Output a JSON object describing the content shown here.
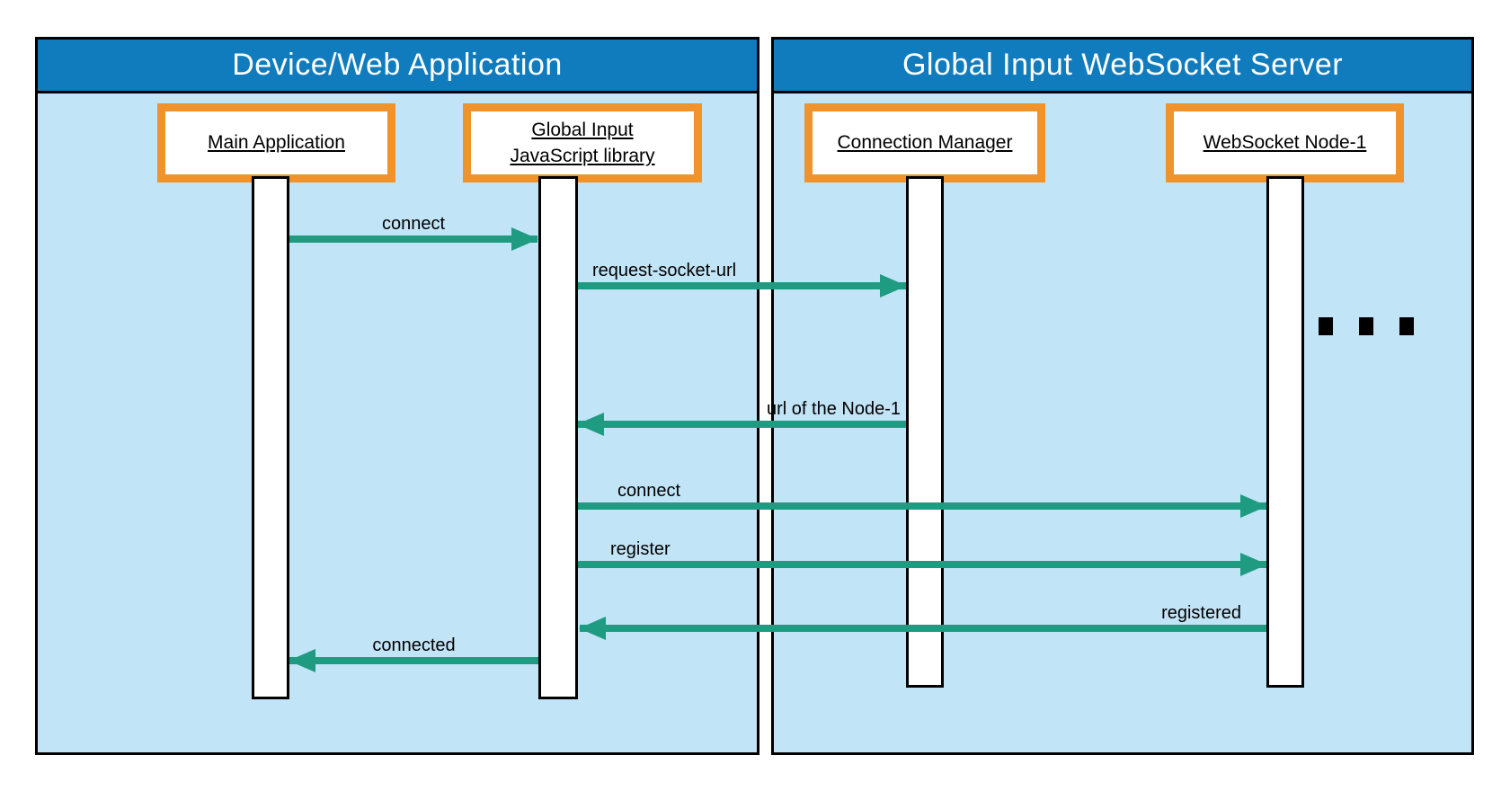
{
  "diagram": {
    "type": "sequence-diagram",
    "containers": [
      {
        "id": "device-web-application",
        "title": "Device/Web Application"
      },
      {
        "id": "global-input-websocket-server",
        "title": "Global Input WebSocket Server"
      }
    ],
    "actors": [
      {
        "id": "main-application",
        "label": "Main Application",
        "container": "device-web-application"
      },
      {
        "id": "global-input-js-library",
        "label": "Global Input\nJavaScript library",
        "container": "device-web-application"
      },
      {
        "id": "connection-manager",
        "label": "Connection Manager",
        "container": "global-input-websocket-server"
      },
      {
        "id": "websocket-node-1",
        "label": "WebSocket Node-1",
        "container": "global-input-websocket-server"
      }
    ],
    "messages": [
      {
        "label": "connect",
        "from": "main-application",
        "to": "global-input-js-library",
        "direction": "right"
      },
      {
        "label": "request-socket-url",
        "from": "global-input-js-library",
        "to": "connection-manager",
        "direction": "right"
      },
      {
        "label": "url of the Node-1",
        "from": "connection-manager",
        "to": "global-input-js-library",
        "direction": "left"
      },
      {
        "label": "connect",
        "from": "global-input-js-library",
        "to": "websocket-node-1",
        "direction": "right"
      },
      {
        "label": "register",
        "from": "global-input-js-library",
        "to": "websocket-node-1",
        "direction": "right"
      },
      {
        "label": "registered",
        "from": "websocket-node-1",
        "to": "global-input-js-library",
        "direction": "left"
      },
      {
        "label": "connected",
        "from": "global-input-js-library",
        "to": "main-application",
        "direction": "left"
      }
    ],
    "ellipsis": "more-websocket-nodes"
  },
  "colors": {
    "header_blue": "#117cbd",
    "body_blue": "#c2e4f7",
    "arrow_teal": "#1e9b80",
    "actor_border_orange": "#f0932a",
    "border_black": "#000000",
    "title_text": "#ffffff",
    "label_text": "#000000"
  }
}
